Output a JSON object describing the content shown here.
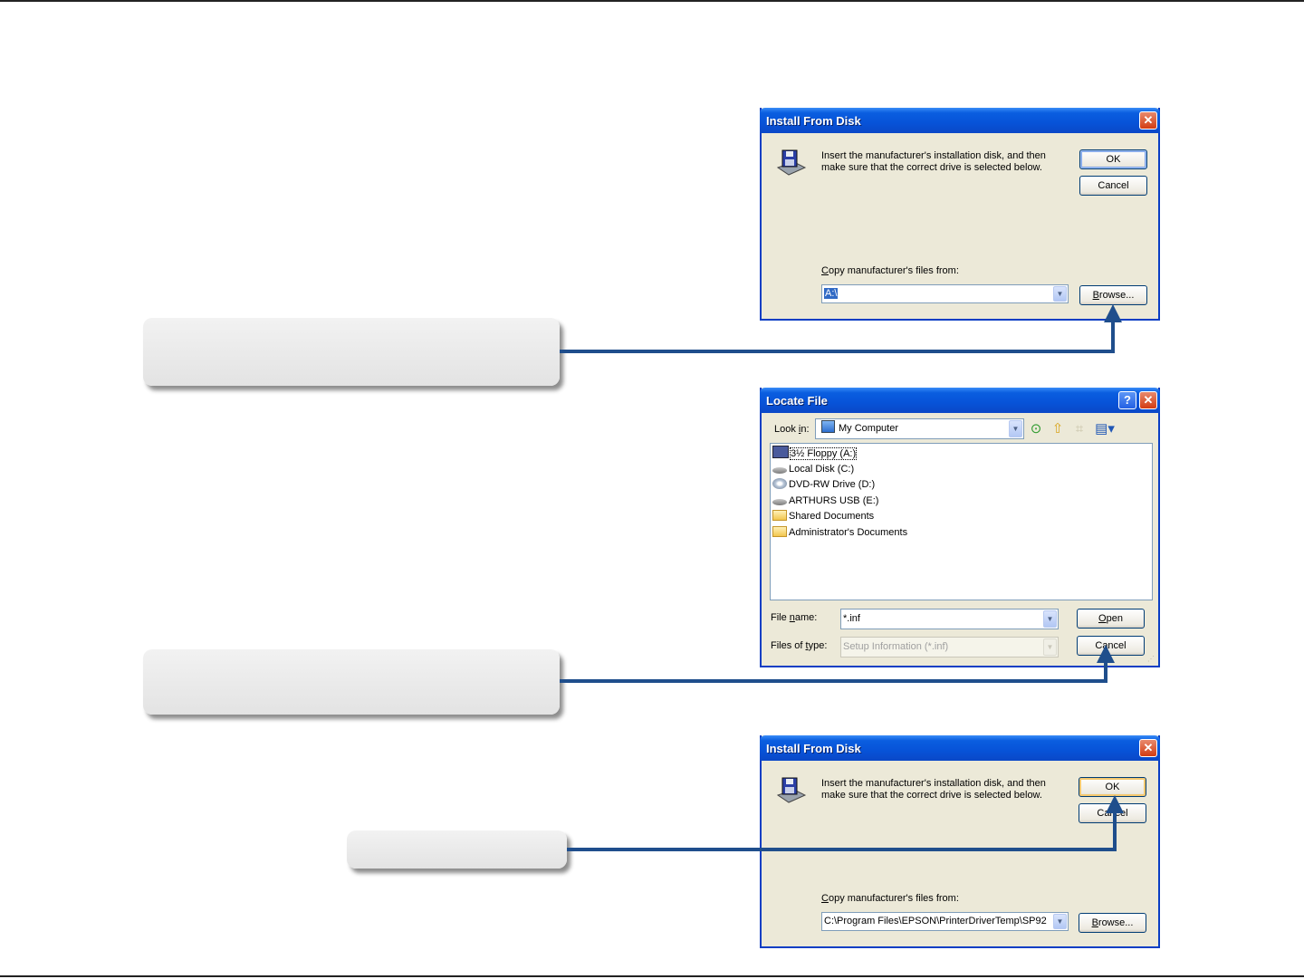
{
  "dialog1": {
    "title": "Install From Disk",
    "close_glyph": "✕",
    "message": "Insert the manufacturer's installation disk, and then make sure that the correct drive is selected below.",
    "ok_label": "OK",
    "cancel_label": "Cancel",
    "copy_label_prefix": "",
    "copy_label_accel": "C",
    "copy_label_rest": "opy manufacturer's files from:",
    "path_value": "A:\\",
    "browse_accel": "B",
    "browse_rest": "rowse..."
  },
  "dialog2": {
    "title": "Locate File",
    "help_glyph": "?",
    "close_glyph": "✕",
    "lookin_prefix": "Look ",
    "lookin_accel": "i",
    "lookin_rest": "n:",
    "lookin_value": "My Computer",
    "items": [
      {
        "label": "3½ Floppy (A:)",
        "icon": "floppy-drive-icon"
      },
      {
        "label": "Local Disk (C:)",
        "icon": "hard-drive-icon"
      },
      {
        "label": "DVD-RW Drive (D:)",
        "icon": "dvd-drive-icon"
      },
      {
        "label": "ARTHURS USB (E:)",
        "icon": "usb-drive-icon"
      },
      {
        "label": "Shared Documents",
        "icon": "folder-icon"
      },
      {
        "label": "Administrator's Documents",
        "icon": "folder-icon"
      }
    ],
    "filename_prefix": "File ",
    "filename_accel": "n",
    "filename_rest": "ame:",
    "filename_value": "*.inf",
    "filetype_prefix": "Files of ",
    "filetype_accel": "t",
    "filetype_rest": "ype:",
    "filetype_value": "Setup Information (*.inf)",
    "open_accel": "O",
    "open_rest": "pen",
    "cancel_label": "Cancel"
  },
  "dialog3": {
    "title": "Install From Disk",
    "close_glyph": "✕",
    "message": "Insert the manufacturer's installation disk, and then make sure that the correct drive is selected below.",
    "ok_label": "OK",
    "cancel_label": "Cancel",
    "copy_label_accel": "C",
    "copy_label_rest": "opy manufacturer's files from:",
    "path_value": "C:\\Program Files\\EPSON\\PrinterDriverTemp\\SP92",
    "browse_accel": "B",
    "browse_rest": "rowse..."
  },
  "colors": {
    "connector": "#1f4e8c",
    "title_bar": "#0a5ee0",
    "dialog_face": "#ece9d8"
  }
}
